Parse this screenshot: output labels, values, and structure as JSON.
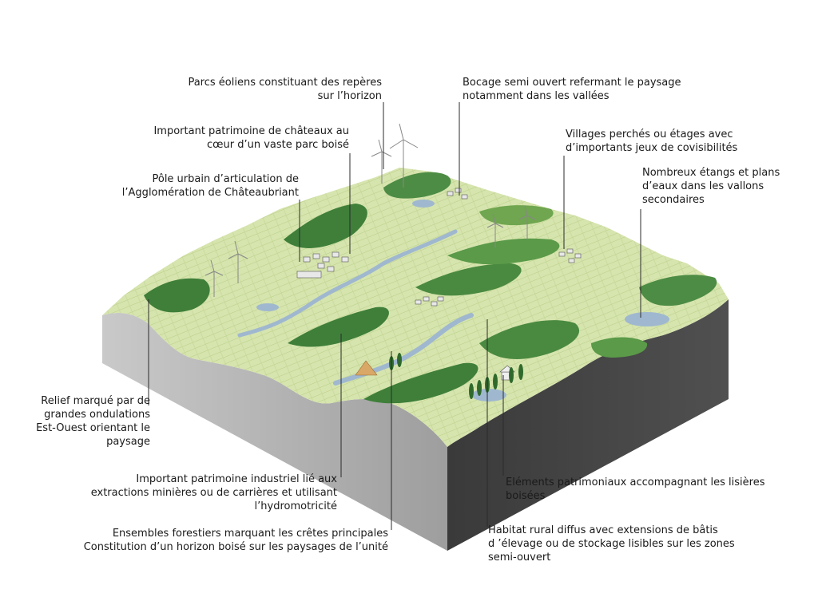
{
  "labels": {
    "parcs_eoliens": [
      "Parcs éoliens constituant des repères",
      "sur l’horizon"
    ],
    "bocage": [
      "Bocage semi ouvert refermant le paysage",
      "notamment dans les vallées"
    ],
    "chateaux": [
      "Important patrimoine de châteaux au",
      "cœur d’un vaste parc boisé"
    ],
    "villages": [
      "Villages perchés ou étages avec",
      "d’importants jeux de covisibilités"
    ],
    "pole_urbain": [
      "Pôle urbain d’articulation de",
      "l’Agglomération de Châteaubriant"
    ],
    "etangs": [
      "Nombreux étangs et plans",
      "d’eaux dans les vallons",
      "secondaires"
    ],
    "relief": [
      "Relief marqué par de",
      "grandes ondulations",
      "Est-Ouest orientant le",
      "paysage"
    ],
    "industriel": [
      "Important patrimoine industriel lié aux",
      "extractions minières ou de carrières et utilisant",
      "l’hydromotricité"
    ],
    "patrimoniaux": [
      "Eléments patrimoniaux accompagnant les lisières",
      "boisées"
    ],
    "forestiers": [
      "Ensembles forestiers marquant les crêtes principales",
      "Constitution d’un horizon boisé sur les paysages de l’unité"
    ],
    "habitat": [
      "Habitat rural diffus avec extensions de bâtis",
      "d ’élevage ou de stockage lisibles sur les zones",
      "semi-ouvert"
    ]
  },
  "colors": {
    "block_front": "#b8b8b8",
    "block_side": "#333333",
    "ground": "#cfe0a6",
    "forest": "#3f7f3a",
    "forest_light": "#6fa64f",
    "water": "#9fb8cf",
    "leader": "#2b2b2b"
  }
}
